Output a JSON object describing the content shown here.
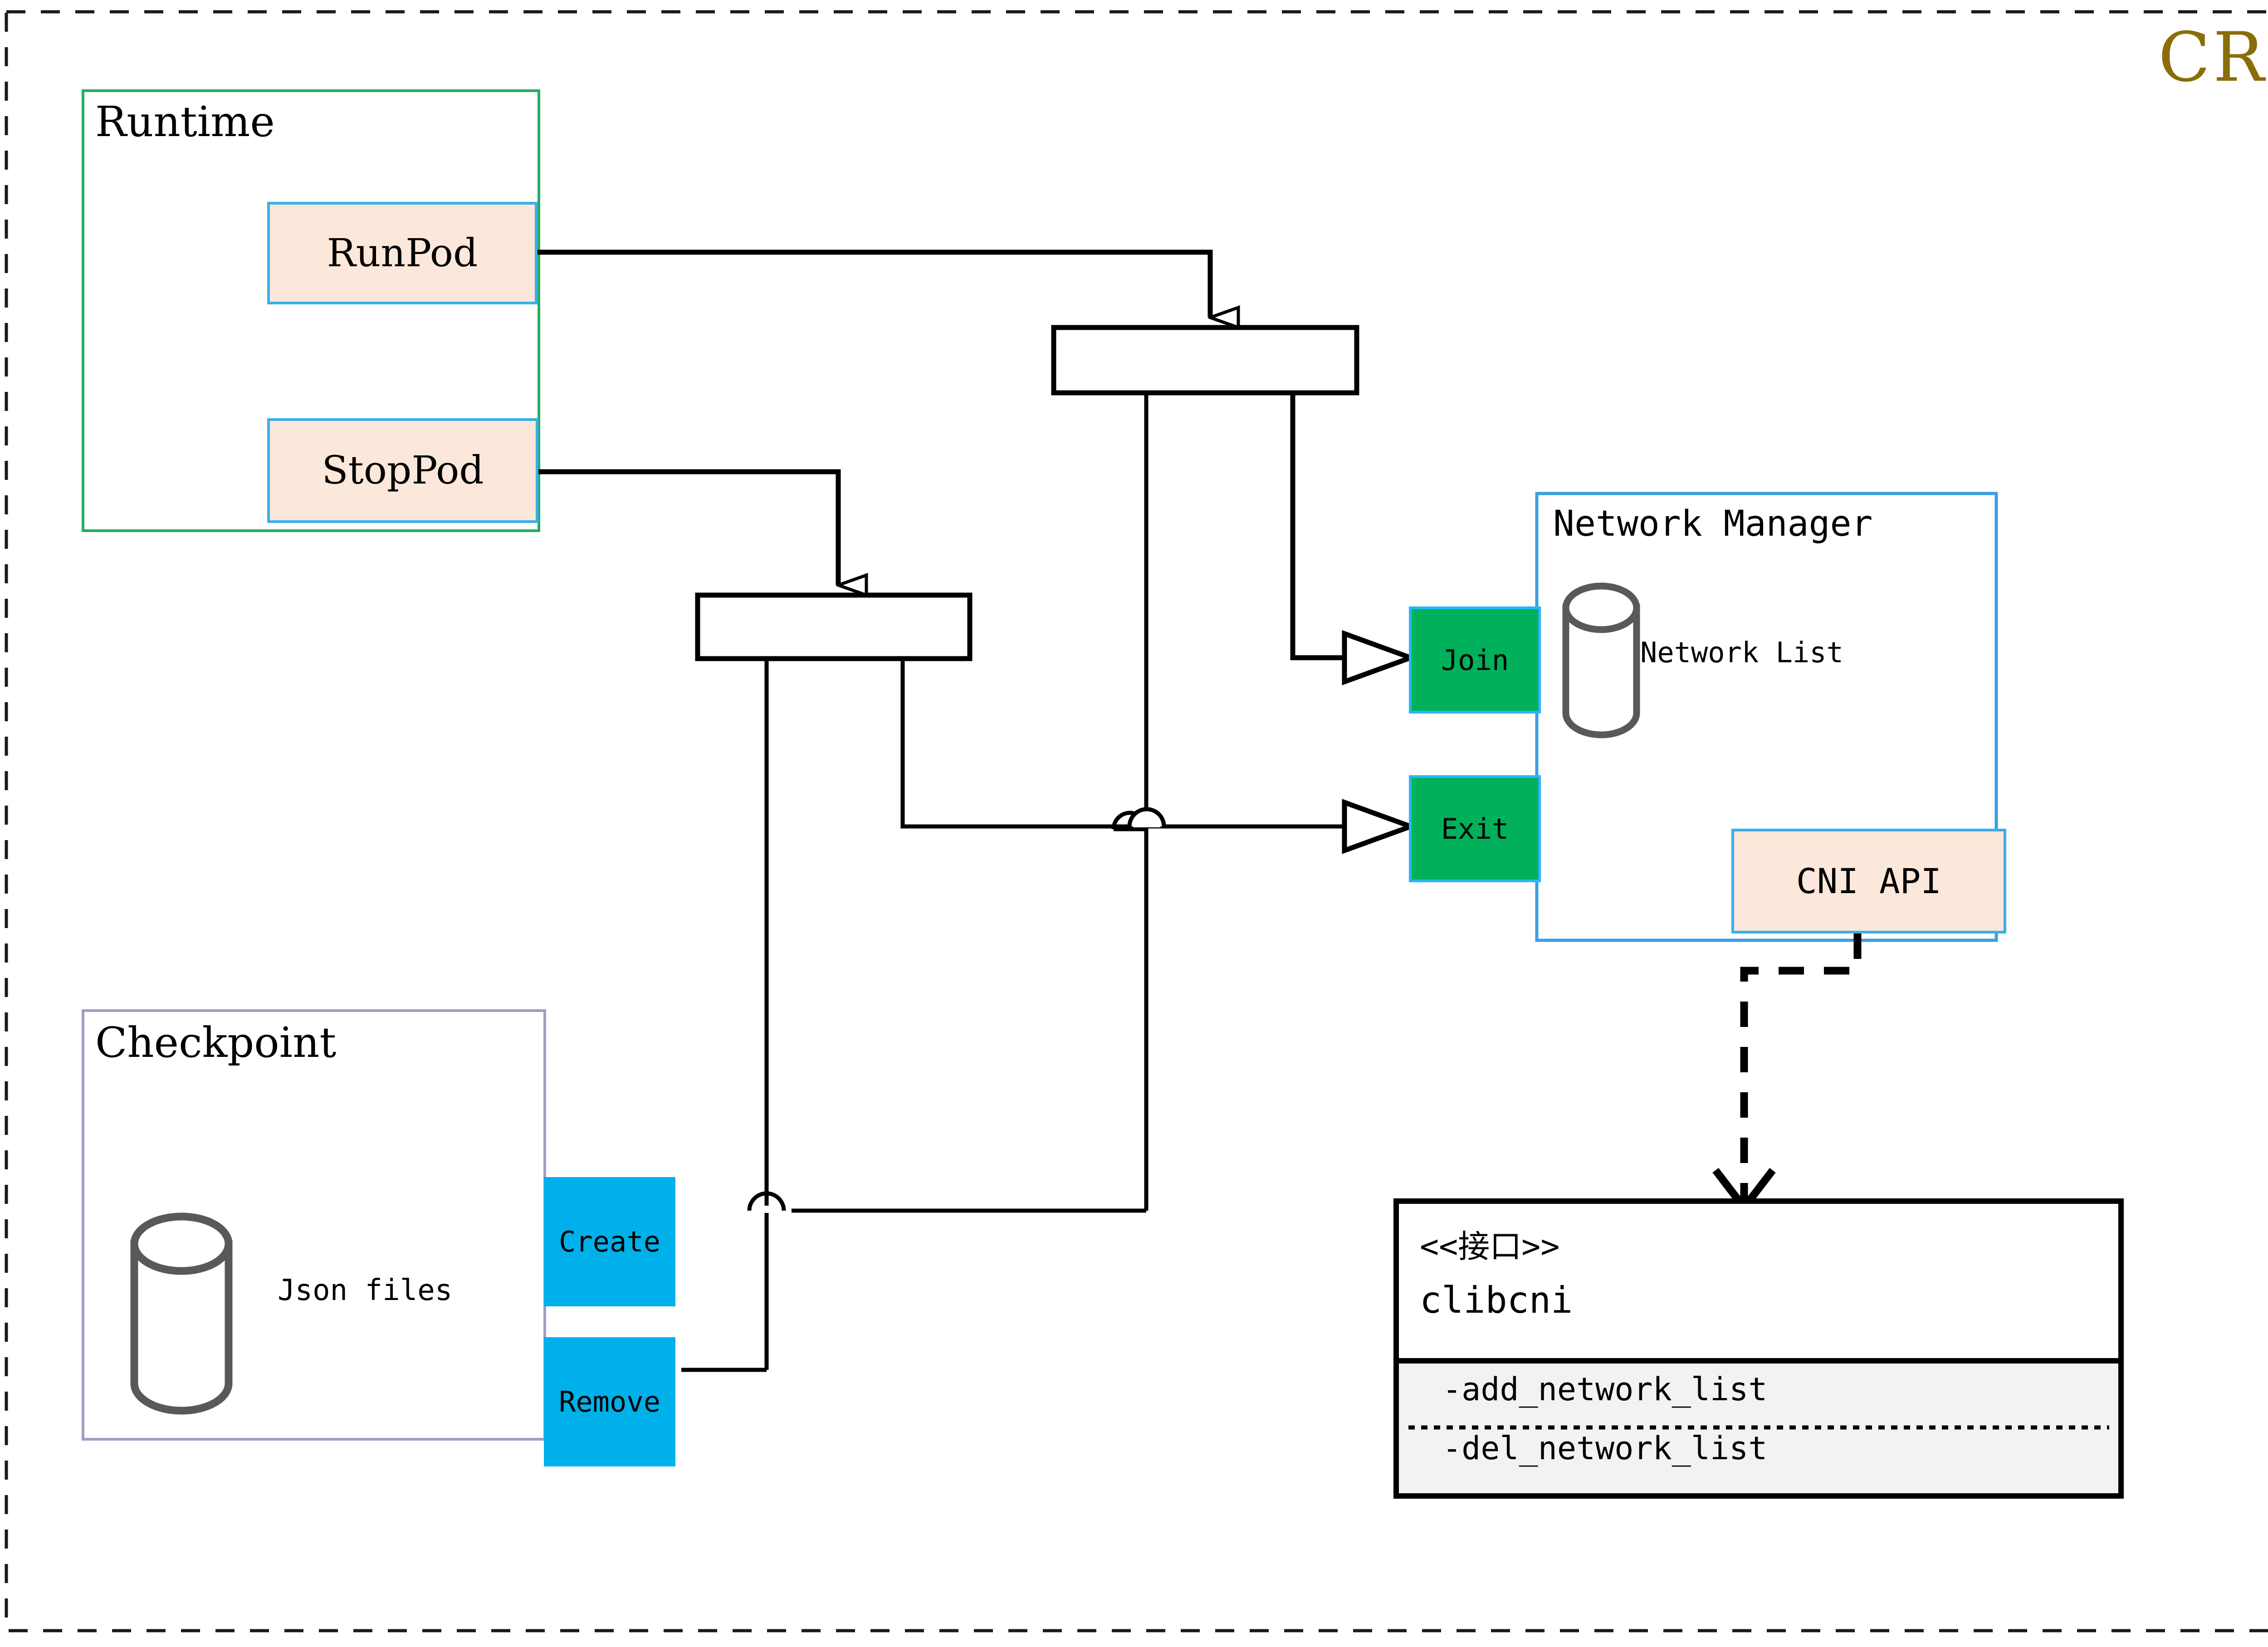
{
  "title": "CRI",
  "title_color": "#8a6d08",
  "outer_frame": {
    "style": "dashed",
    "color": "#1a1a1a"
  },
  "colors": {
    "runtime_border": "#27ae60",
    "checkpoint_border": "#a89ac4",
    "netmgr_border": "#3a9fe0",
    "peach_fill": "#fce8da",
    "peach_border": "#3aafe8",
    "green_fill": "#00b05a",
    "green_border": "#29b6f6",
    "cyan_fill": "#00b0ea",
    "cylinder_stroke": "#595959",
    "line": "#000000",
    "uml_body_fill": "#f2f2f2"
  },
  "runtime": {
    "label": "Runtime",
    "actions": [
      {
        "label": "RunPod"
      },
      {
        "label": "StopPod"
      }
    ]
  },
  "checkpoint": {
    "label": "Checkpoint",
    "store_label": "Json files",
    "store_icon": "database-cylinder-icon",
    "actions": [
      {
        "label": "Create"
      },
      {
        "label": "Remove"
      }
    ]
  },
  "network_manager": {
    "label": "Network Manager",
    "store_label": "Network List",
    "store_icon": "database-cylinder-icon",
    "api_label": "CNI API",
    "ports": [
      {
        "label": "Join"
      },
      {
        "label": "Exit"
      }
    ]
  },
  "interface_box": {
    "stereotype": "<<接口>>",
    "name": "clibcni",
    "methods": [
      "-add_network_list",
      "-del_network_list"
    ]
  },
  "forks": [
    {
      "name": "upper-fork-bar"
    },
    {
      "name": "lower-fork-bar"
    }
  ]
}
